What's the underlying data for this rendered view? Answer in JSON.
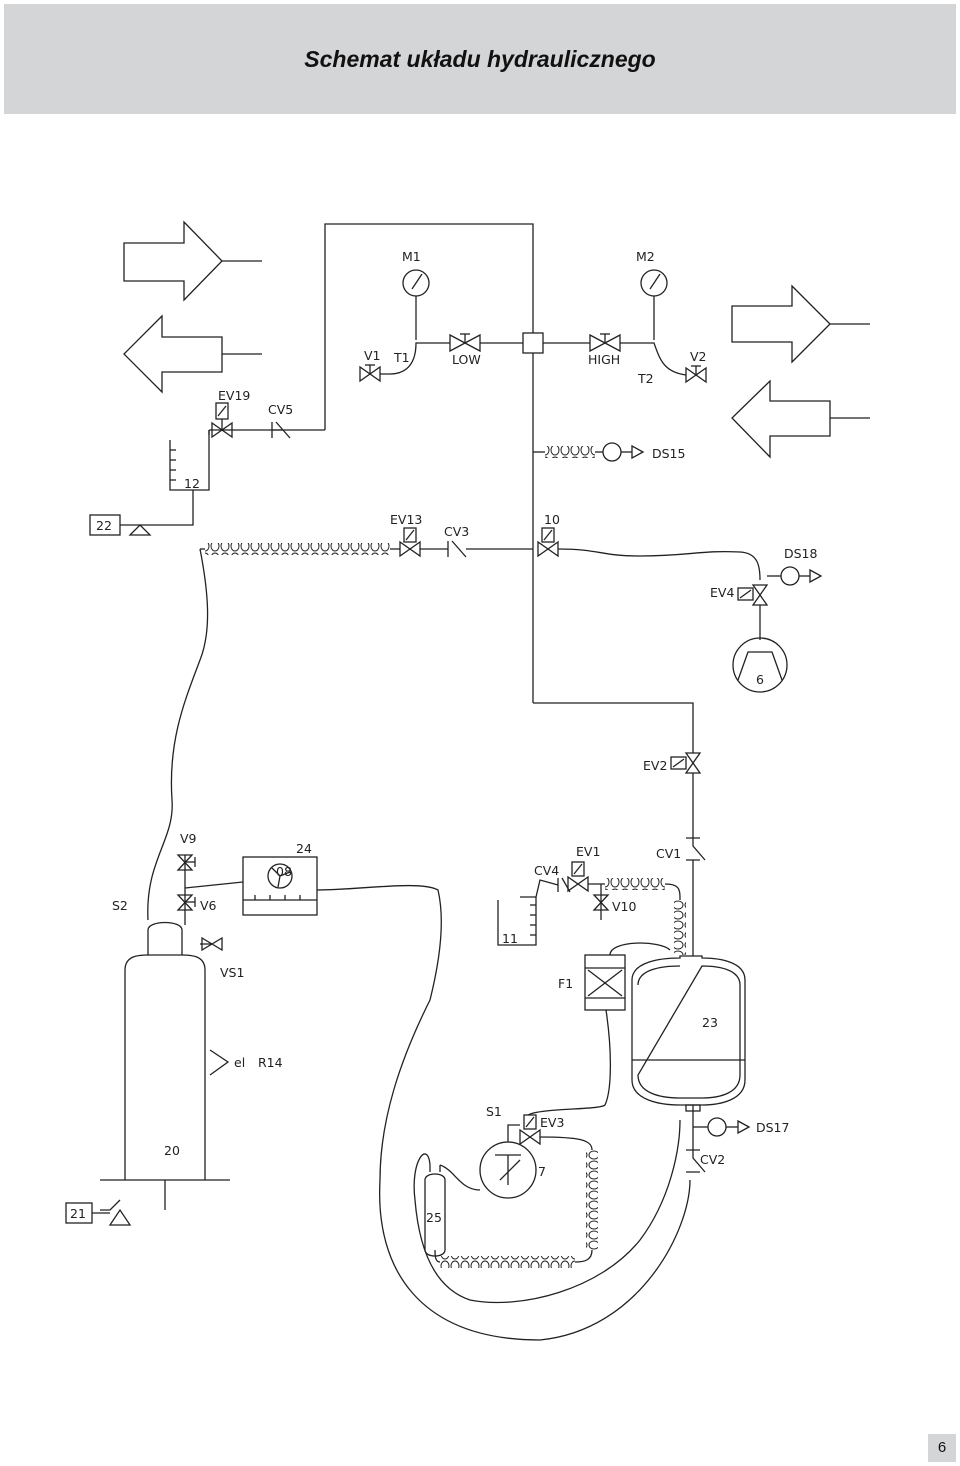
{
  "header": {
    "title": "Schemat układu hydraulicznego"
  },
  "page_number": "6",
  "labels": {
    "M1": "M1",
    "M2": "M2",
    "V1": "V1",
    "T1": "T1",
    "LOW": "LOW",
    "HIGH": "HIGH",
    "T2": "T2",
    "V2": "V2",
    "EV19": "EV19",
    "CV5": "CV5",
    "DS15": "DS15",
    "n12": "12",
    "n22": "22",
    "EV13": "EV13",
    "CV3": "CV3",
    "n10": "10",
    "DS18": "DS18",
    "EV4": "EV4",
    "n6": "6",
    "EV2": "EV2",
    "V9": "V9",
    "n24": "24",
    "n08": "08",
    "EV1": "EV1",
    "CV1": "CV1",
    "CV4": "CV4",
    "S2": "S2",
    "V6": "V6",
    "V10": "V10",
    "n11": "11",
    "VS1": "VS1",
    "F1": "F1",
    "n23": "23",
    "el": "el",
    "R14": "R14",
    "S1": "S1",
    "EV3": "EV3",
    "DS17": "DS17",
    "n20": "20",
    "n7": "7",
    "CV2": "CV2",
    "n21": "21",
    "n25": "25"
  }
}
